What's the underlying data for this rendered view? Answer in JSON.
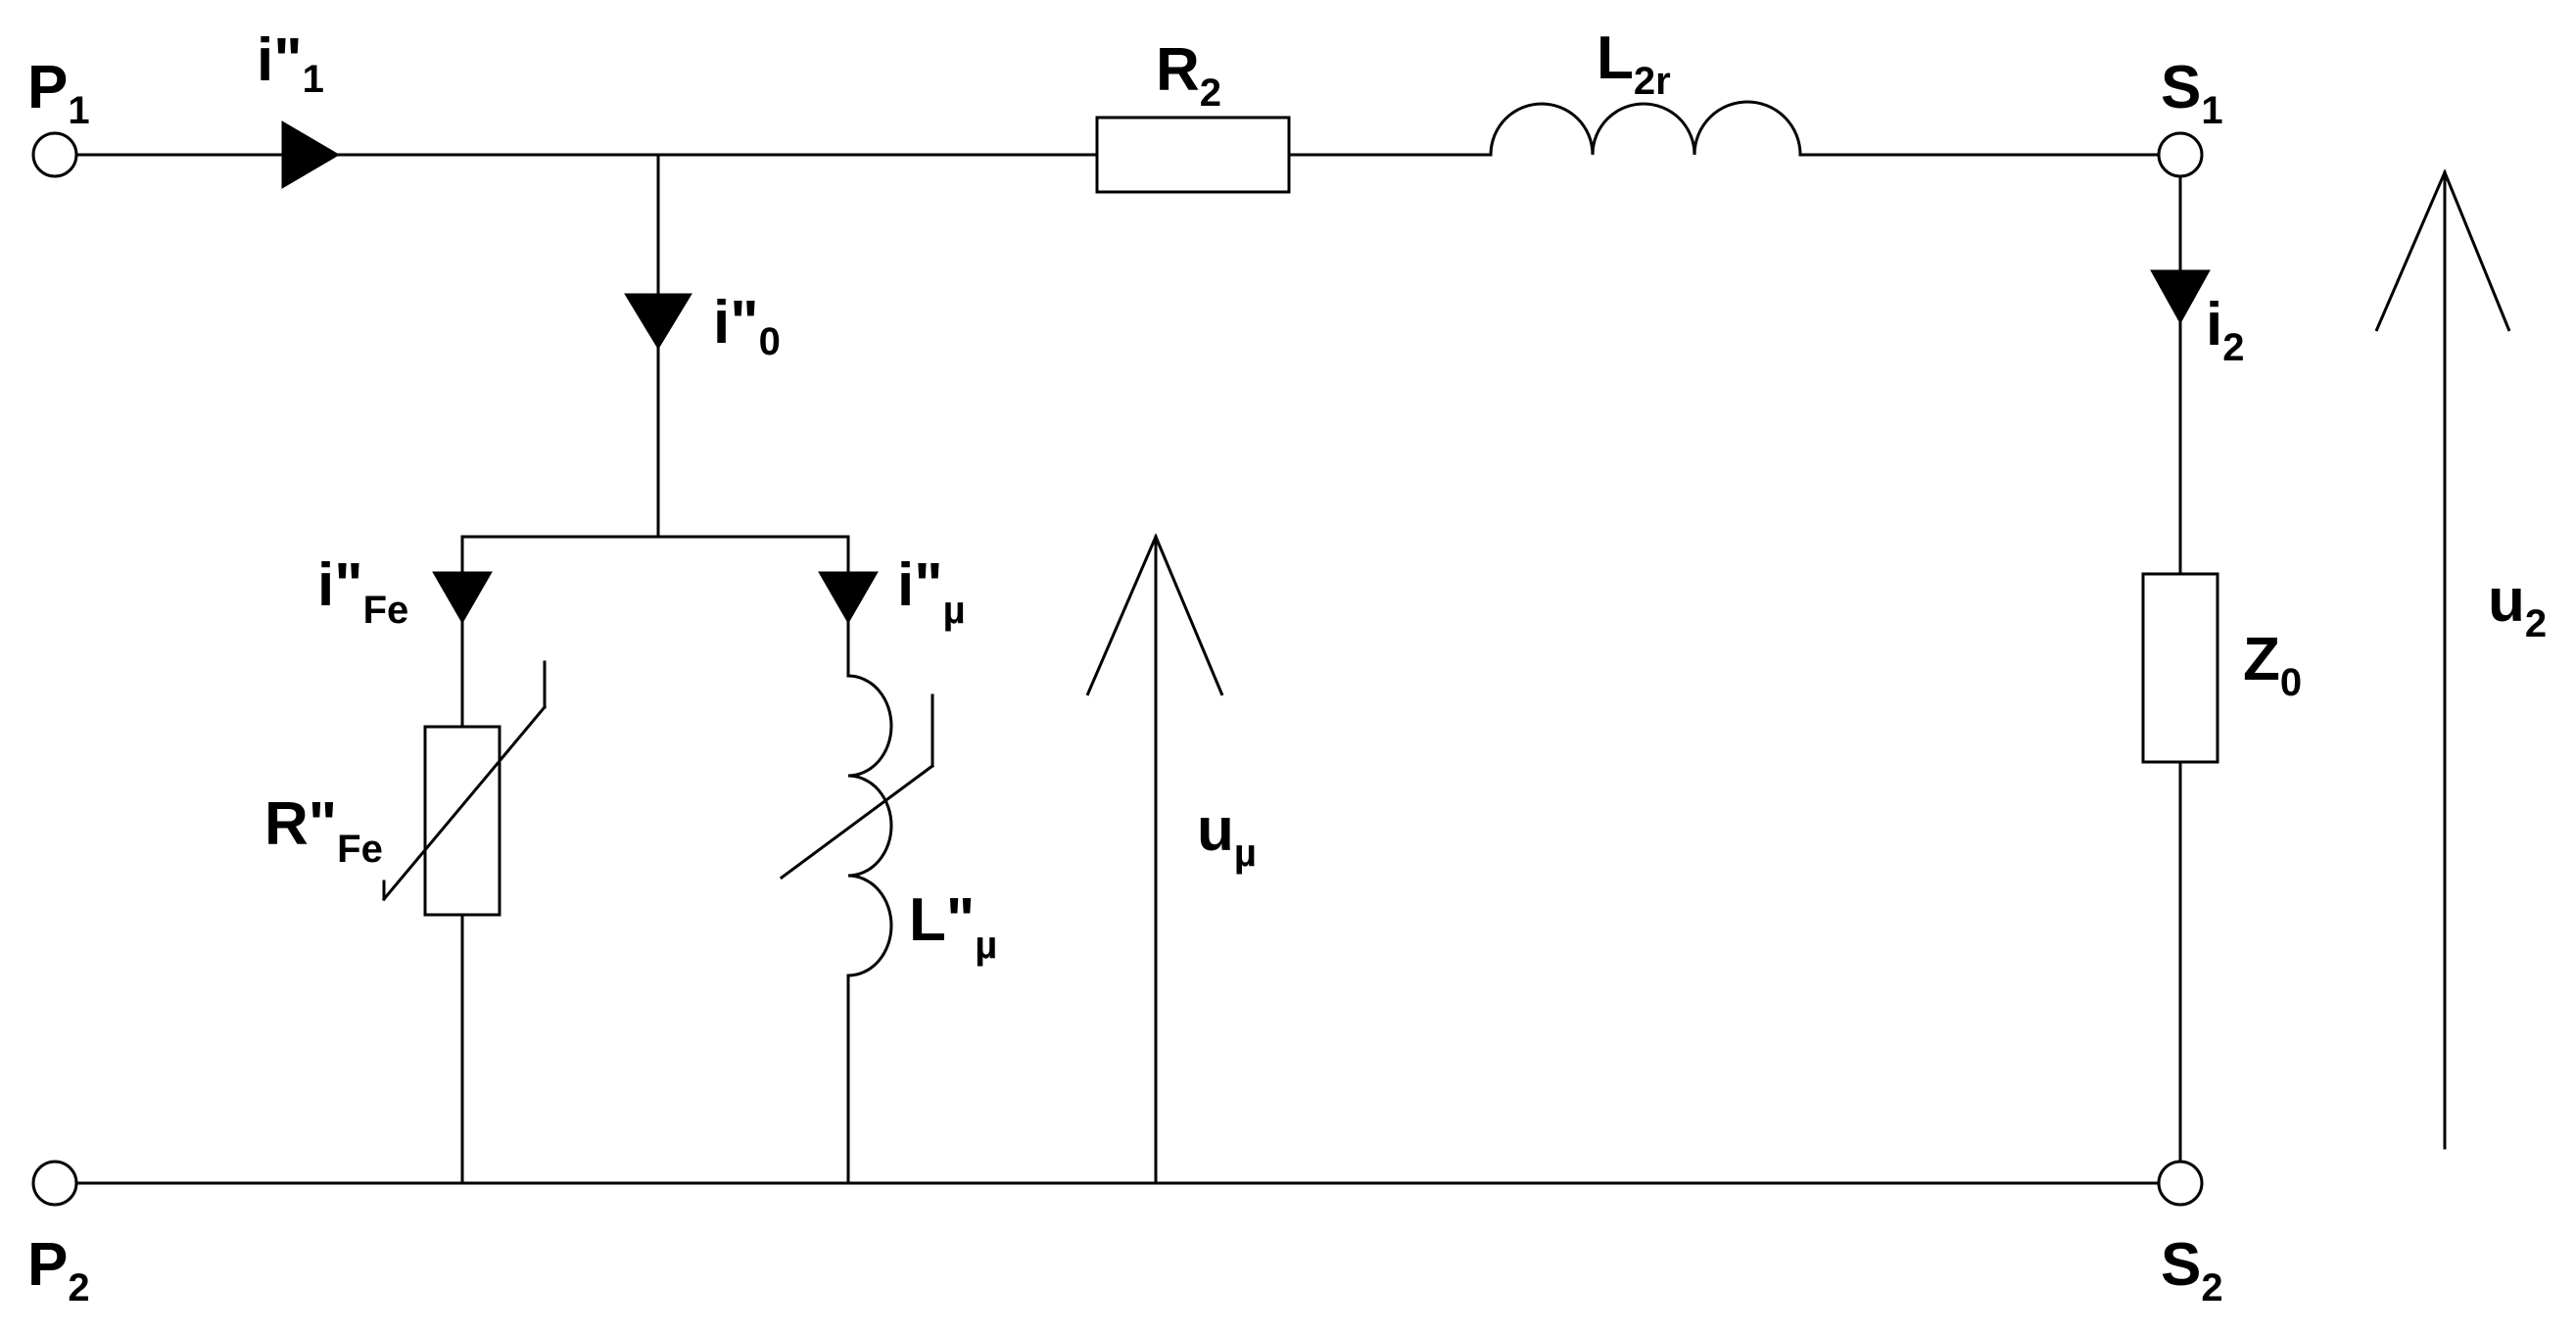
{
  "terminals": {
    "p1": {
      "main": "P",
      "sub": "1"
    },
    "p2": {
      "main": "P",
      "sub": "2"
    },
    "s1": {
      "main": "S",
      "sub": "1"
    },
    "s2": {
      "main": "S",
      "sub": "2"
    }
  },
  "currents": {
    "i1": {
      "main": "i\"",
      "sub": "1"
    },
    "i0": {
      "main": "i\"",
      "sub": "0"
    },
    "iFe": {
      "main": "i\"",
      "sub": "Fe"
    },
    "imu": {
      "main": "i\"",
      "sub": "µ"
    },
    "i2": {
      "main": "i",
      "sub": "2"
    }
  },
  "components": {
    "r2": {
      "main": "R",
      "sub": "2"
    },
    "l2r": {
      "main": "L",
      "sub": "2r"
    },
    "rfe": {
      "main": "R\"",
      "sub": "Fe"
    },
    "lmu": {
      "main": "L\"",
      "sub": "µ"
    },
    "z0": {
      "main": "Z",
      "sub": "0"
    }
  },
  "voltages": {
    "umu": {
      "main": "u",
      "sub": "µ"
    },
    "u2": {
      "main": "u",
      "sub": "2"
    }
  }
}
